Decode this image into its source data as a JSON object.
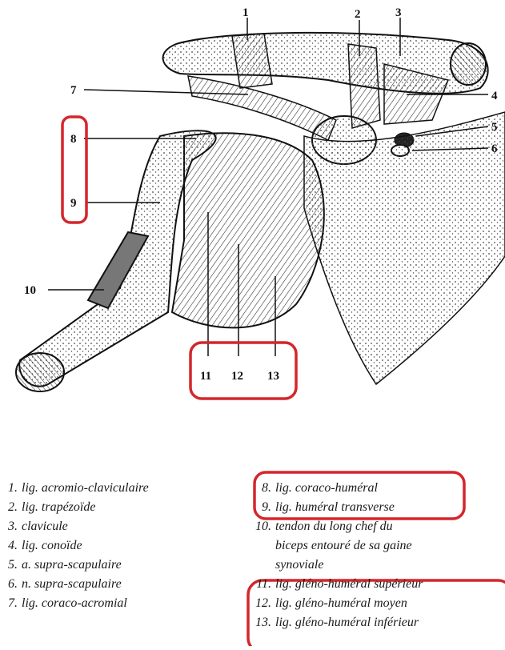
{
  "colors": {
    "ink": "#1a1a1a",
    "highlight": "#d4262c"
  },
  "figure": {
    "numbers": [
      "1",
      "2",
      "3",
      "4",
      "5",
      "6",
      "7",
      "8",
      "9",
      "10",
      "11",
      "12",
      "13"
    ]
  },
  "legend": {
    "left": [
      {
        "num": "1.",
        "text": "lig. acromio-claviculaire"
      },
      {
        "num": "2.",
        "text": "lig. trapézoïde"
      },
      {
        "num": "3.",
        "text": "clavicule"
      },
      {
        "num": "4.",
        "text": "lig. conoïde"
      },
      {
        "num": "5.",
        "text": "a. supra-scapulaire"
      },
      {
        "num": "6.",
        "text": "n. supra-scapulaire"
      },
      {
        "num": "7.",
        "text": "lig. coraco-acromial"
      }
    ],
    "right": [
      {
        "num": "8.",
        "text": "lig. coraco-huméral"
      },
      {
        "num": "9.",
        "text": "lig. huméral transverse"
      },
      {
        "num": "10.",
        "text": "tendon du long chef du"
      },
      {
        "num": "",
        "text": "biceps entouré de sa gaine"
      },
      {
        "num": "",
        "text": "synoviale"
      },
      {
        "num": "11.",
        "text": "lig. gléno-huméral supérieur"
      },
      {
        "num": "12.",
        "text": "lig. gléno-huméral moyen"
      },
      {
        "num": "13.",
        "text": "lig. gléno-huméral inférieur"
      }
    ]
  }
}
